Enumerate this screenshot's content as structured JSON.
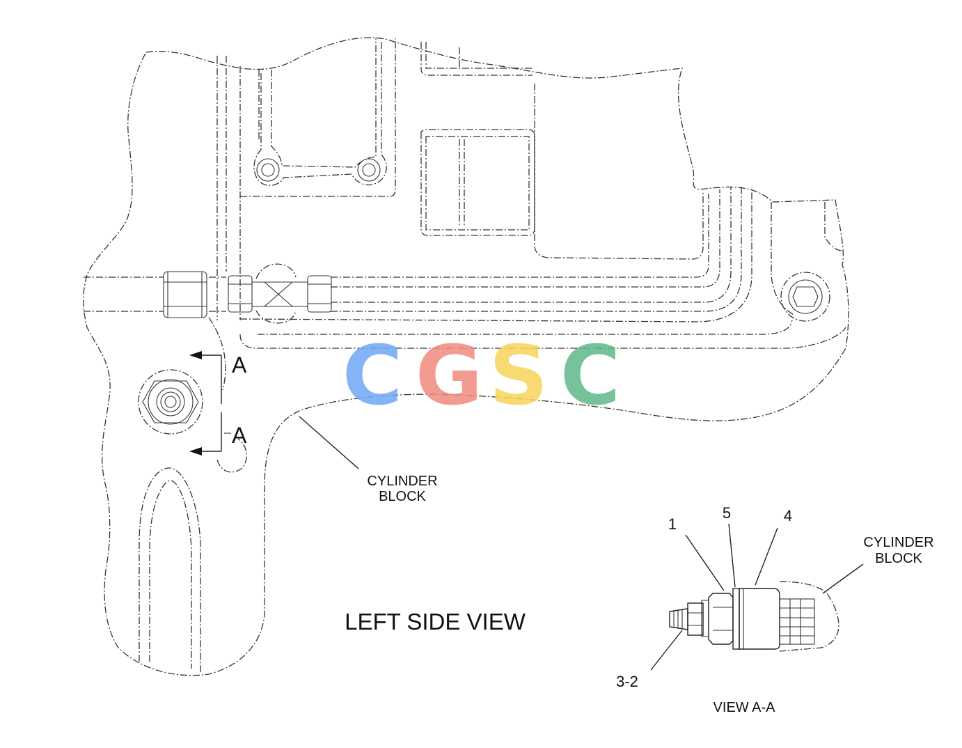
{
  "main_view": {
    "title": "LEFT SIDE VIEW",
    "section_marker_top": "A",
    "section_marker_bottom": "A",
    "callout_cylinder_block_line1": "CYLINDER",
    "callout_cylinder_block_line2": "BLOCK"
  },
  "detail_view": {
    "title": "VIEW A-A",
    "callouts": {
      "item_1": "1",
      "item_5": "5",
      "item_4": "4",
      "item_3_2": "3-2"
    },
    "callout_cylinder_block_line1": "CYLINDER",
    "callout_cylinder_block_line2": "BLOCK"
  },
  "watermark": {
    "letters": [
      "C",
      "G",
      "S",
      "C"
    ],
    "colors": [
      "#6fa8f5",
      "#f08a7e",
      "#f7d35a",
      "#5db88a"
    ]
  }
}
